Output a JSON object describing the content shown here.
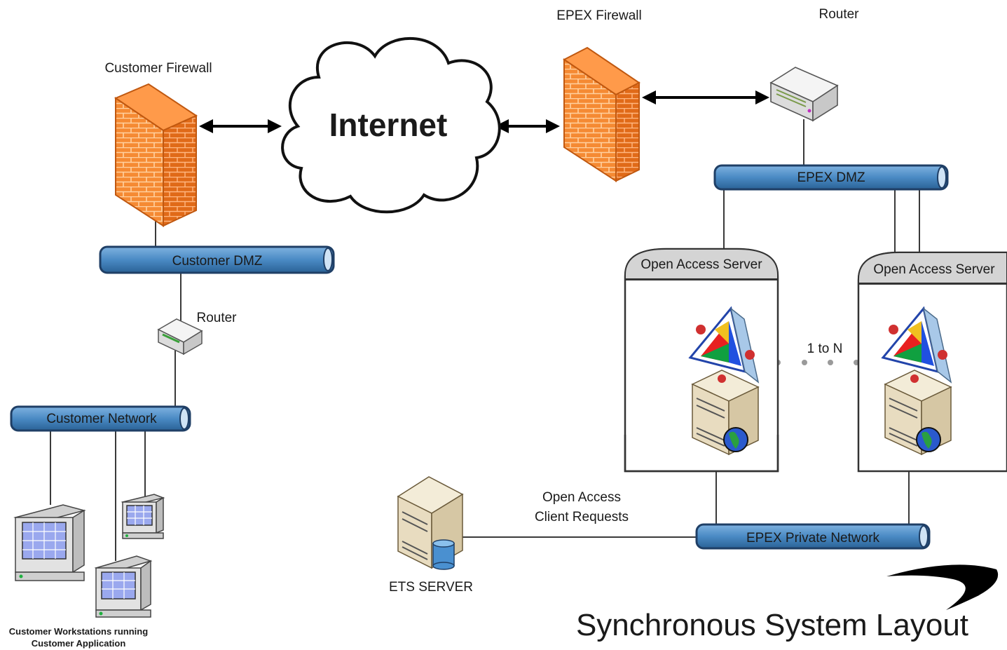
{
  "title": "Synchronous System Layout",
  "internet_label": "Internet",
  "customer_firewall_label": "Customer Firewall",
  "epex_firewall_label": "EPEX Firewall",
  "router_top_label": "Router",
  "router_left_label": "Router",
  "customer_dmz_label": "Customer DMZ",
  "customer_network_label": "Customer Network",
  "epex_dmz_label": "EPEX DMZ",
  "epex_private_network_label": "EPEX Private Network",
  "open_access_server_labels": [
    "Open Access Server",
    "Open Access Server"
  ],
  "one_to_n_label": "1 to N",
  "client_requests_label": [
    "Open Access",
    "Client Requests"
  ],
  "ets_server_label": "ETS SERVER",
  "workstations_label": [
    "Customer Workstations running",
    "Customer Application"
  ],
  "colors": {
    "firewall": "#f07a22",
    "firewall_dark": "#c65a10",
    "bus": "#4a8ac4",
    "bus_dark": "#1f4f7f",
    "server_beige": "#e8dcc0",
    "container_header": "#cfcfcf"
  }
}
